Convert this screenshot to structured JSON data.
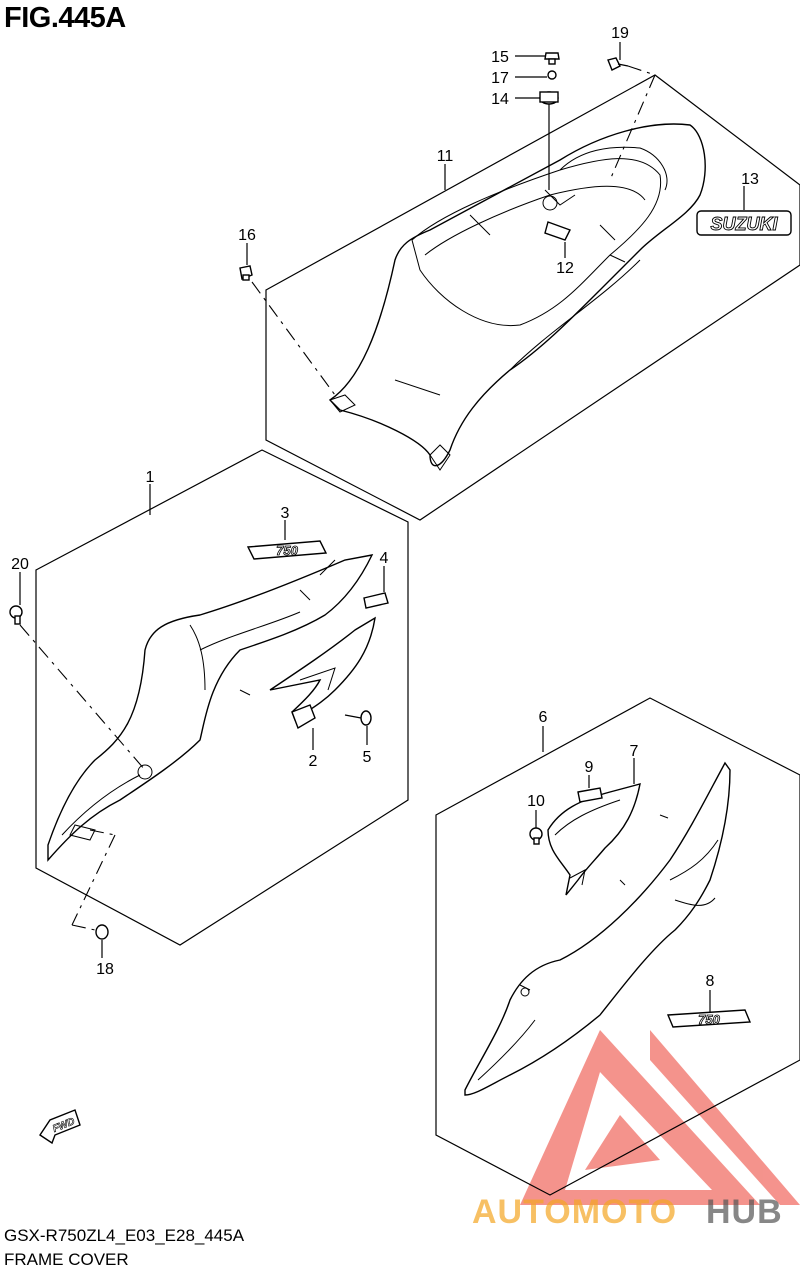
{
  "figure": {
    "title": "FIG.445A",
    "model_code": "GSX-R750ZL4_E03_E28_445A",
    "name": "FRAME COVER"
  },
  "callouts": [
    "1",
    "2",
    "3",
    "4",
    "5",
    "6",
    "7",
    "8",
    "9",
    "10",
    "11",
    "12",
    "13",
    "14",
    "15",
    "16",
    "17",
    "18",
    "19",
    "20"
  ],
  "decals": {
    "brand": "SUZUKI",
    "model_badge": "750"
  },
  "fwd_arrow": "FWD",
  "watermark": {
    "part1": "AUTOMOTO",
    "part2": "HUB",
    "color1": "#f5a623",
    "color2": "#555555",
    "logo_color": "#ec3b2f"
  }
}
